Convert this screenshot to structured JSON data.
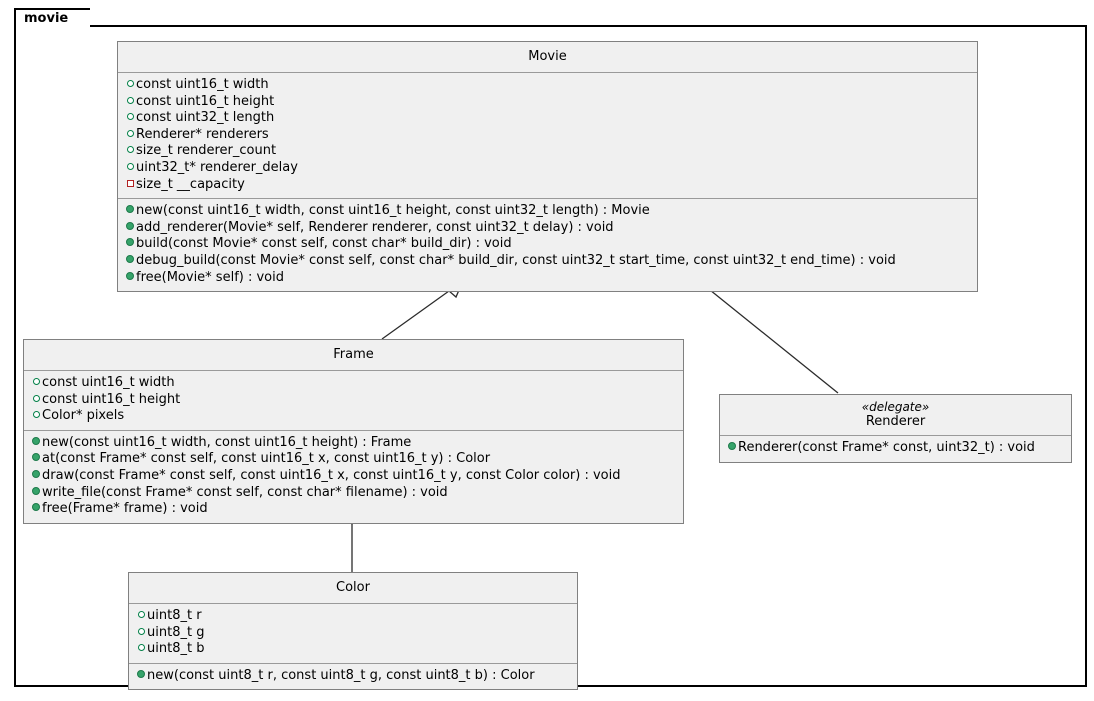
{
  "package": {
    "name": "movie"
  },
  "classes": {
    "movie": {
      "name": "Movie",
      "fields": [
        {
          "marker": "field-pub",
          "text": "const uint16_t width"
        },
        {
          "marker": "field-pub",
          "text": "const uint16_t height"
        },
        {
          "marker": "field-pub",
          "text": "const uint32_t length"
        },
        {
          "marker": "field-pub",
          "text": "Renderer* renderers"
        },
        {
          "marker": "field-pub",
          "text": "size_t renderer_count"
        },
        {
          "marker": "field-pub",
          "text": "uint32_t* renderer_delay"
        },
        {
          "marker": "field-priv",
          "text": "size_t __capacity"
        }
      ],
      "methods": [
        {
          "marker": "method-pub",
          "text": "new(const uint16_t width, const uint16_t height, const uint32_t length) : Movie"
        },
        {
          "marker": "method-pub",
          "text": "add_renderer(Movie* self, Renderer renderer, const uint32_t delay) : void"
        },
        {
          "marker": "method-pub",
          "text": "build(const Movie* const self, const char* build_dir) : void"
        },
        {
          "marker": "method-pub",
          "text": "debug_build(const Movie* const self, const char* build_dir, const uint32_t start_time, const uint32_t end_time) : void"
        },
        {
          "marker": "method-pub",
          "text": "free(Movie* self) : void"
        }
      ]
    },
    "frame": {
      "name": "Frame",
      "fields": [
        {
          "marker": "field-pub",
          "text": "const uint16_t width"
        },
        {
          "marker": "field-pub",
          "text": "const uint16_t height"
        },
        {
          "marker": "field-pub",
          "text": "Color* pixels"
        }
      ],
      "methods": [
        {
          "marker": "method-pub",
          "text": "new(const uint16_t width, const uint16_t height) : Frame"
        },
        {
          "marker": "method-pub",
          "text": "at(const Frame* const self, const uint16_t x, const uint16_t y) : Color"
        },
        {
          "marker": "method-pub",
          "text": "draw(const Frame* const self, const uint16_t x, const uint16_t y, const Color color) : void"
        },
        {
          "marker": "method-pub",
          "text": "write_file(const Frame* const self, const char* filename) : void"
        },
        {
          "marker": "method-pub",
          "text": "free(Frame* frame) : void"
        }
      ]
    },
    "renderer": {
      "stereotype": "«delegate»",
      "name": "Renderer",
      "methods": [
        {
          "marker": "method-pub",
          "text": "Renderer(const Frame* const, uint32_t) : void"
        }
      ]
    },
    "color": {
      "name": "Color",
      "fields": [
        {
          "marker": "field-pub",
          "text": "uint8_t r"
        },
        {
          "marker": "field-pub",
          "text": "uint8_t g"
        },
        {
          "marker": "field-pub",
          "text": "uint8_t b"
        }
      ],
      "methods": [
        {
          "marker": "method-pub",
          "text": "new(const uint8_t r, const uint8_t g, const uint8_t b) : Color"
        }
      ]
    }
  },
  "relations": [
    {
      "name": "movie-frame-aggregation",
      "from": "Movie",
      "to": "Frame",
      "kind": "aggregation"
    },
    {
      "name": "movie-renderer-composition",
      "from": "Movie",
      "to": "Renderer",
      "kind": "composition"
    },
    {
      "name": "frame-color-aggregation",
      "from": "Frame",
      "to": "Color",
      "kind": "aggregation"
    }
  ],
  "colors": {
    "class_fill": "#f0f0f0",
    "class_border": "#808080",
    "package_border": "#000000",
    "public_marker": "#038048",
    "private_marker": "#b22222",
    "method_marker": "#36a36a",
    "background": "#ffffff"
  }
}
